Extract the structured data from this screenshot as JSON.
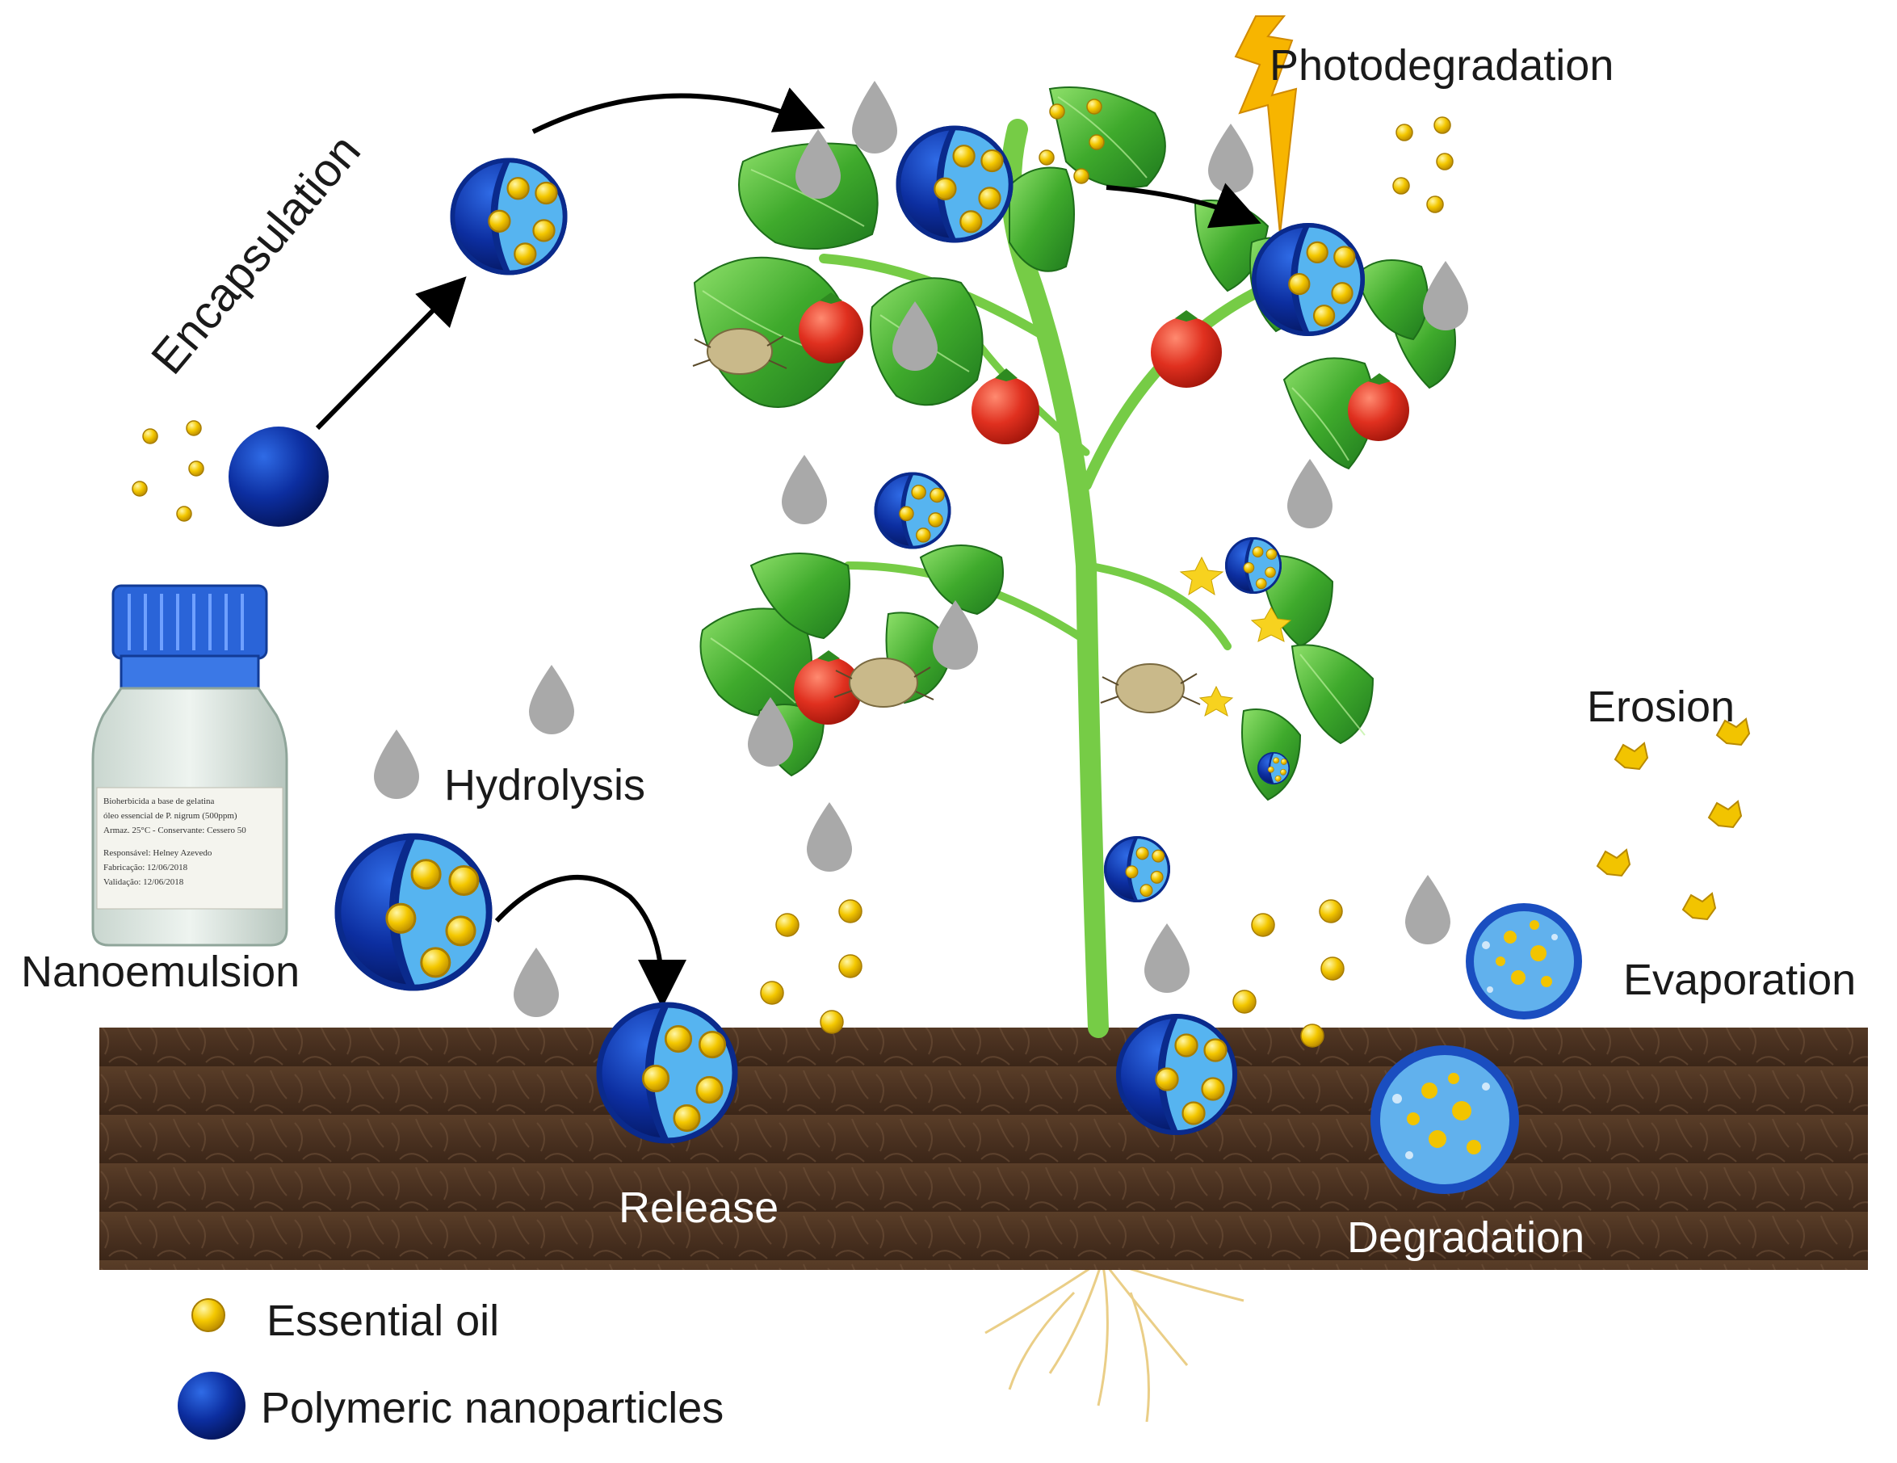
{
  "labels": {
    "encapsulation": "Encapsulation",
    "photodegradation": "Photodegradation",
    "hydrolysis": "Hydrolysis",
    "nanoemulsion": "Nanoemulsion",
    "release": "Release",
    "degradation": "Degradation",
    "erosion": "Erosion",
    "evaporation": "Evaporation"
  },
  "legend": {
    "essential_oil": "Essential oil",
    "polymeric_nanoparticles": "Polymeric nanoparticles"
  },
  "bottle_label": {
    "line1": "Bioherbicida a base de gelatina",
    "line2": "óleo essencial de P. nigrum (500ppm)",
    "line3": "Armaz. 25°C - Conservante: Cessero 50",
    "line4": "Responsável: Helney Azevedo",
    "line5": "Fabricação: 12/06/2018",
    "line6": "Validação: 12/06/2018"
  },
  "colors": {
    "nanoparticle_dark": "#0a2a8c",
    "nanoparticle_light": "#56b4f0",
    "oil_drop": "#f2c400",
    "water_drop": "#a8a8a8",
    "soil": "#4a3322",
    "leaf": "#3fa82e",
    "stem": "#7bd04a",
    "tomato": "#d8261a",
    "lightning": "#f5b800",
    "cap": "#2a64d8"
  }
}
